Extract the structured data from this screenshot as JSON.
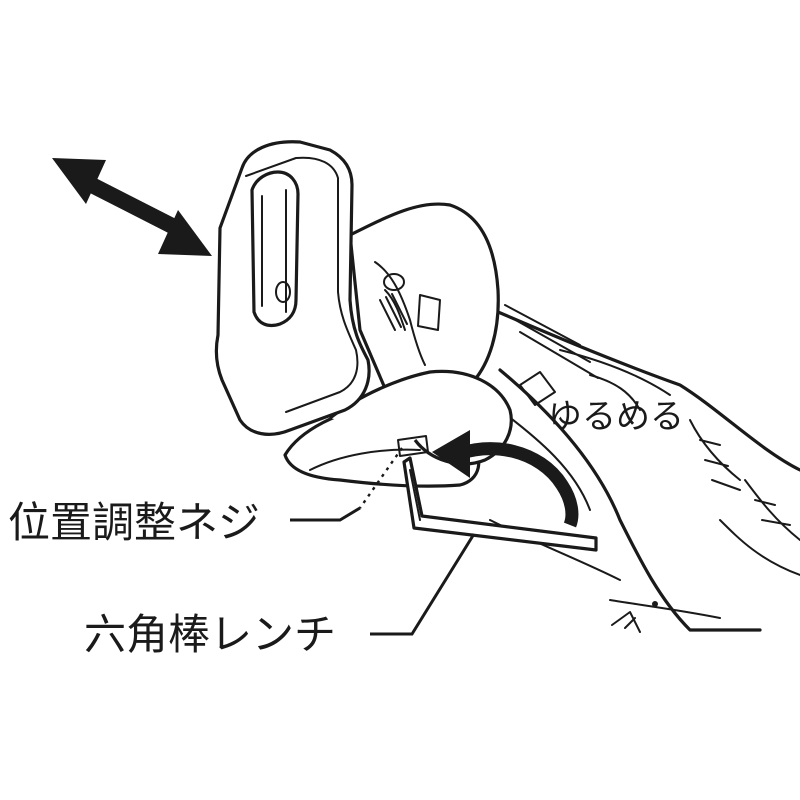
{
  "labels": {
    "loosen": "ゆるめる",
    "adjust_screw": "位置調整ネジ",
    "hex_wrench": "六角棒レンチ"
  },
  "colors": {
    "line": "#1a1a1a",
    "background": "#ffffff"
  }
}
